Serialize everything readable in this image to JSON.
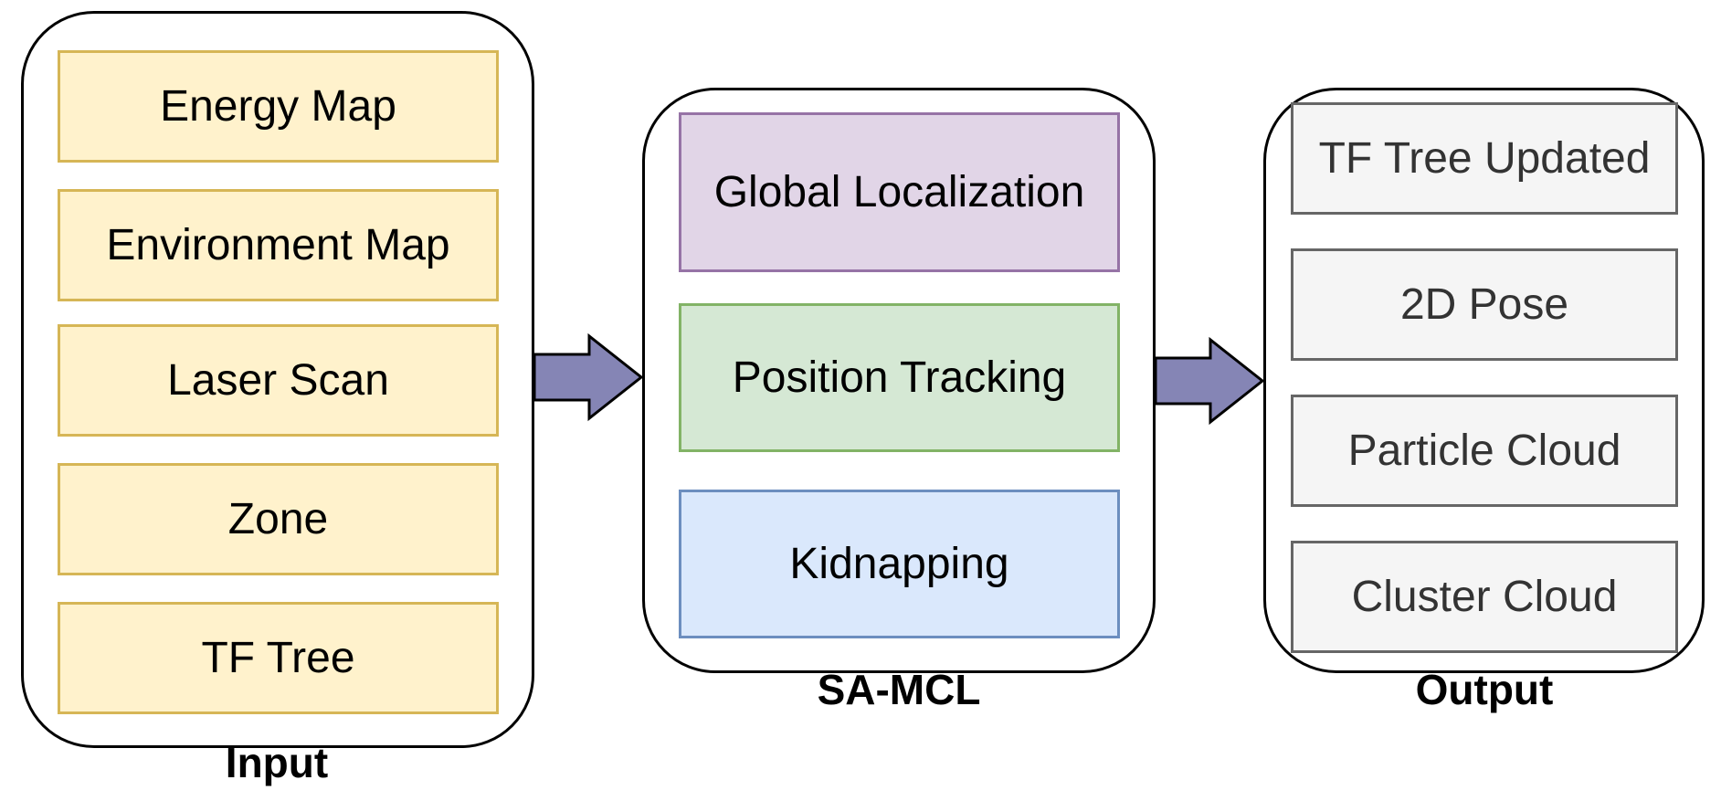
{
  "input": {
    "title": "Input",
    "items": [
      "Energy Map",
      "Environment Map",
      "Laser Scan",
      "Zone",
      "TF Tree"
    ]
  },
  "samcl": {
    "title": "SA-MCL",
    "items": [
      "Global Localization",
      "Position Tracking",
      "Kidnapping"
    ]
  },
  "output": {
    "title": "Output",
    "items": [
      "TF Tree Updated",
      "2D Pose",
      "Particle Cloud",
      "Cluster Cloud"
    ]
  },
  "colors": {
    "input_fill": "#fff2cc",
    "input_stroke": "#d6b656",
    "global_fill": "#e1d5e7",
    "global_stroke": "#9673a6",
    "tracking_fill": "#d5e8d4",
    "tracking_stroke": "#82b366",
    "kidnap_fill": "#dae8fc",
    "kidnap_stroke": "#6c8ebf",
    "output_fill": "#f5f5f5",
    "output_stroke": "#666666",
    "arrow_fill": "#8585b5"
  }
}
